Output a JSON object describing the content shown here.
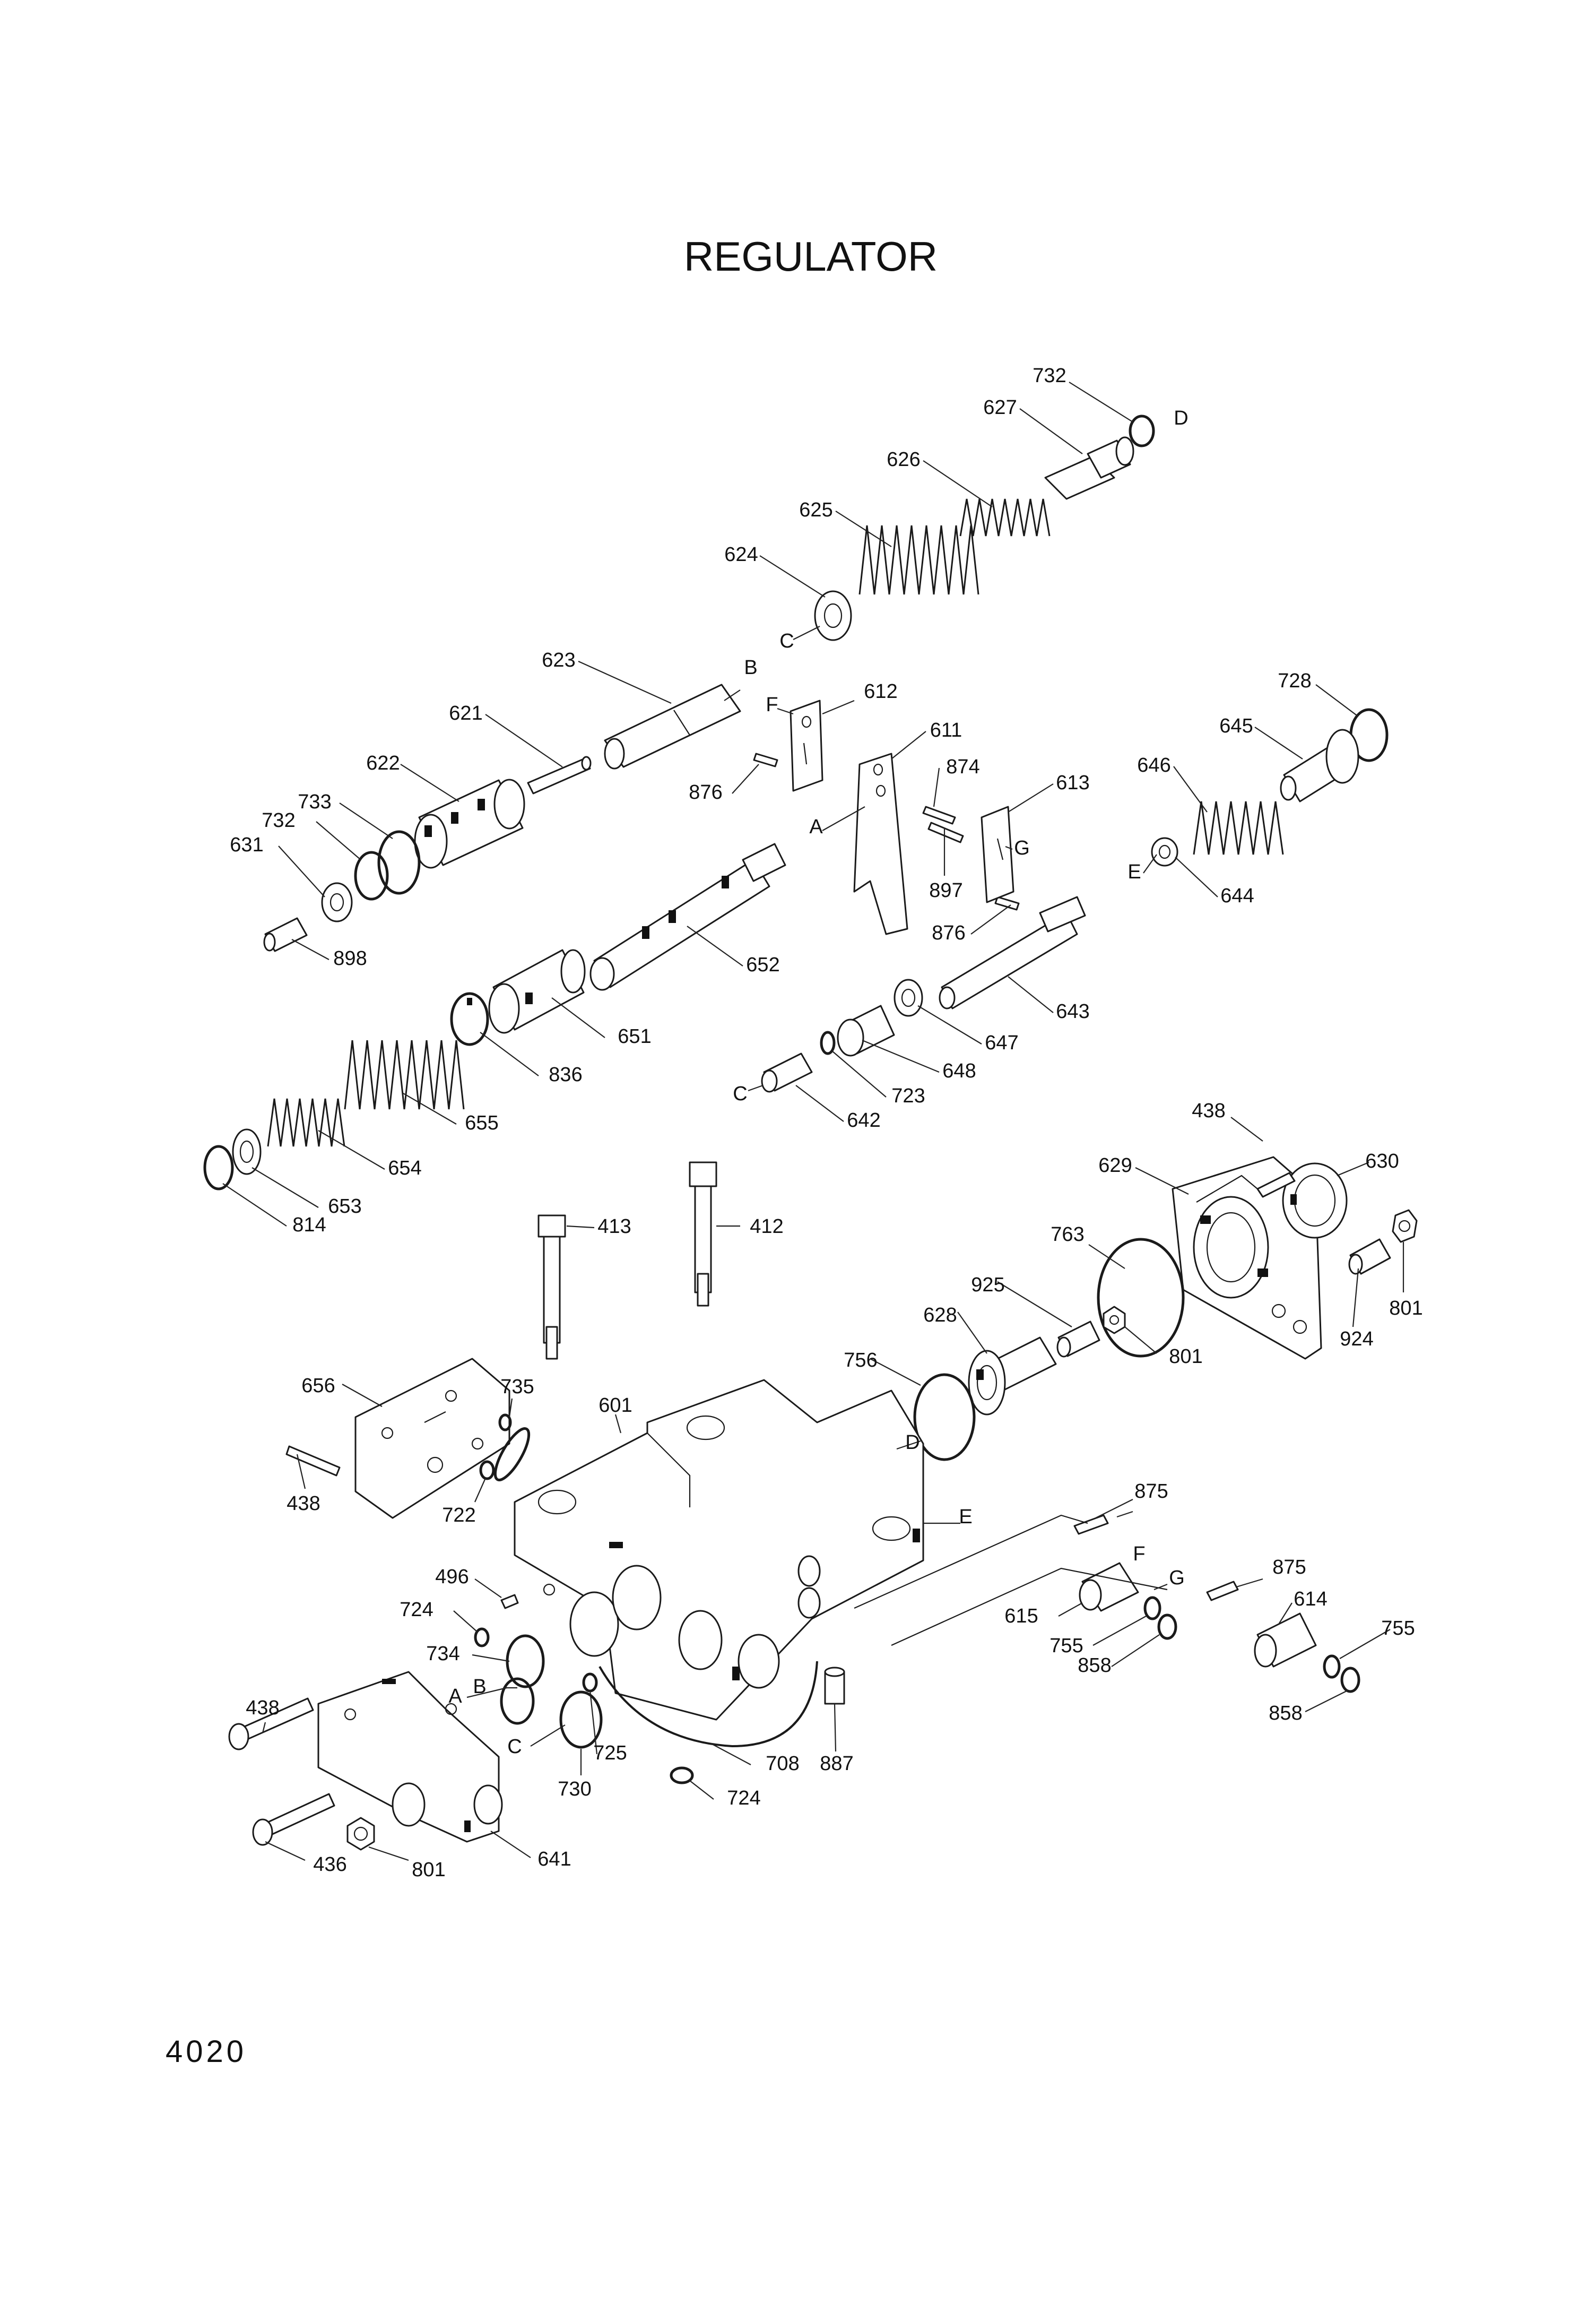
{
  "title": "REGULATOR",
  "page_number": "4020",
  "callouts": [
    "732",
    "D",
    "627",
    "626",
    "625",
    "624",
    "C",
    "623",
    "B",
    "621",
    "612",
    "F",
    "611",
    "876",
    "874",
    "A",
    "613",
    "G",
    "897",
    "622",
    "733",
    "732",
    "631",
    "898",
    "728",
    "645",
    "646",
    "E",
    "644",
    "876",
    "652",
    "643",
    "651",
    "647",
    "836",
    "648",
    "723",
    "C",
    "642",
    "655",
    "654",
    "653",
    "814",
    "438",
    "630",
    "629",
    "413",
    "412",
    "763",
    "925",
    "801",
    "628",
    "924",
    "801",
    "756",
    "656",
    "735",
    "601",
    "D",
    "438",
    "722",
    "875",
    "E",
    "F",
    "496",
    "875",
    "724",
    "G",
    "614",
    "615",
    "755",
    "734",
    "858",
    "A",
    "755",
    "438",
    "B",
    "C",
    "725",
    "708",
    "887",
    "730",
    "858",
    "724",
    "436",
    "801",
    "641"
  ]
}
